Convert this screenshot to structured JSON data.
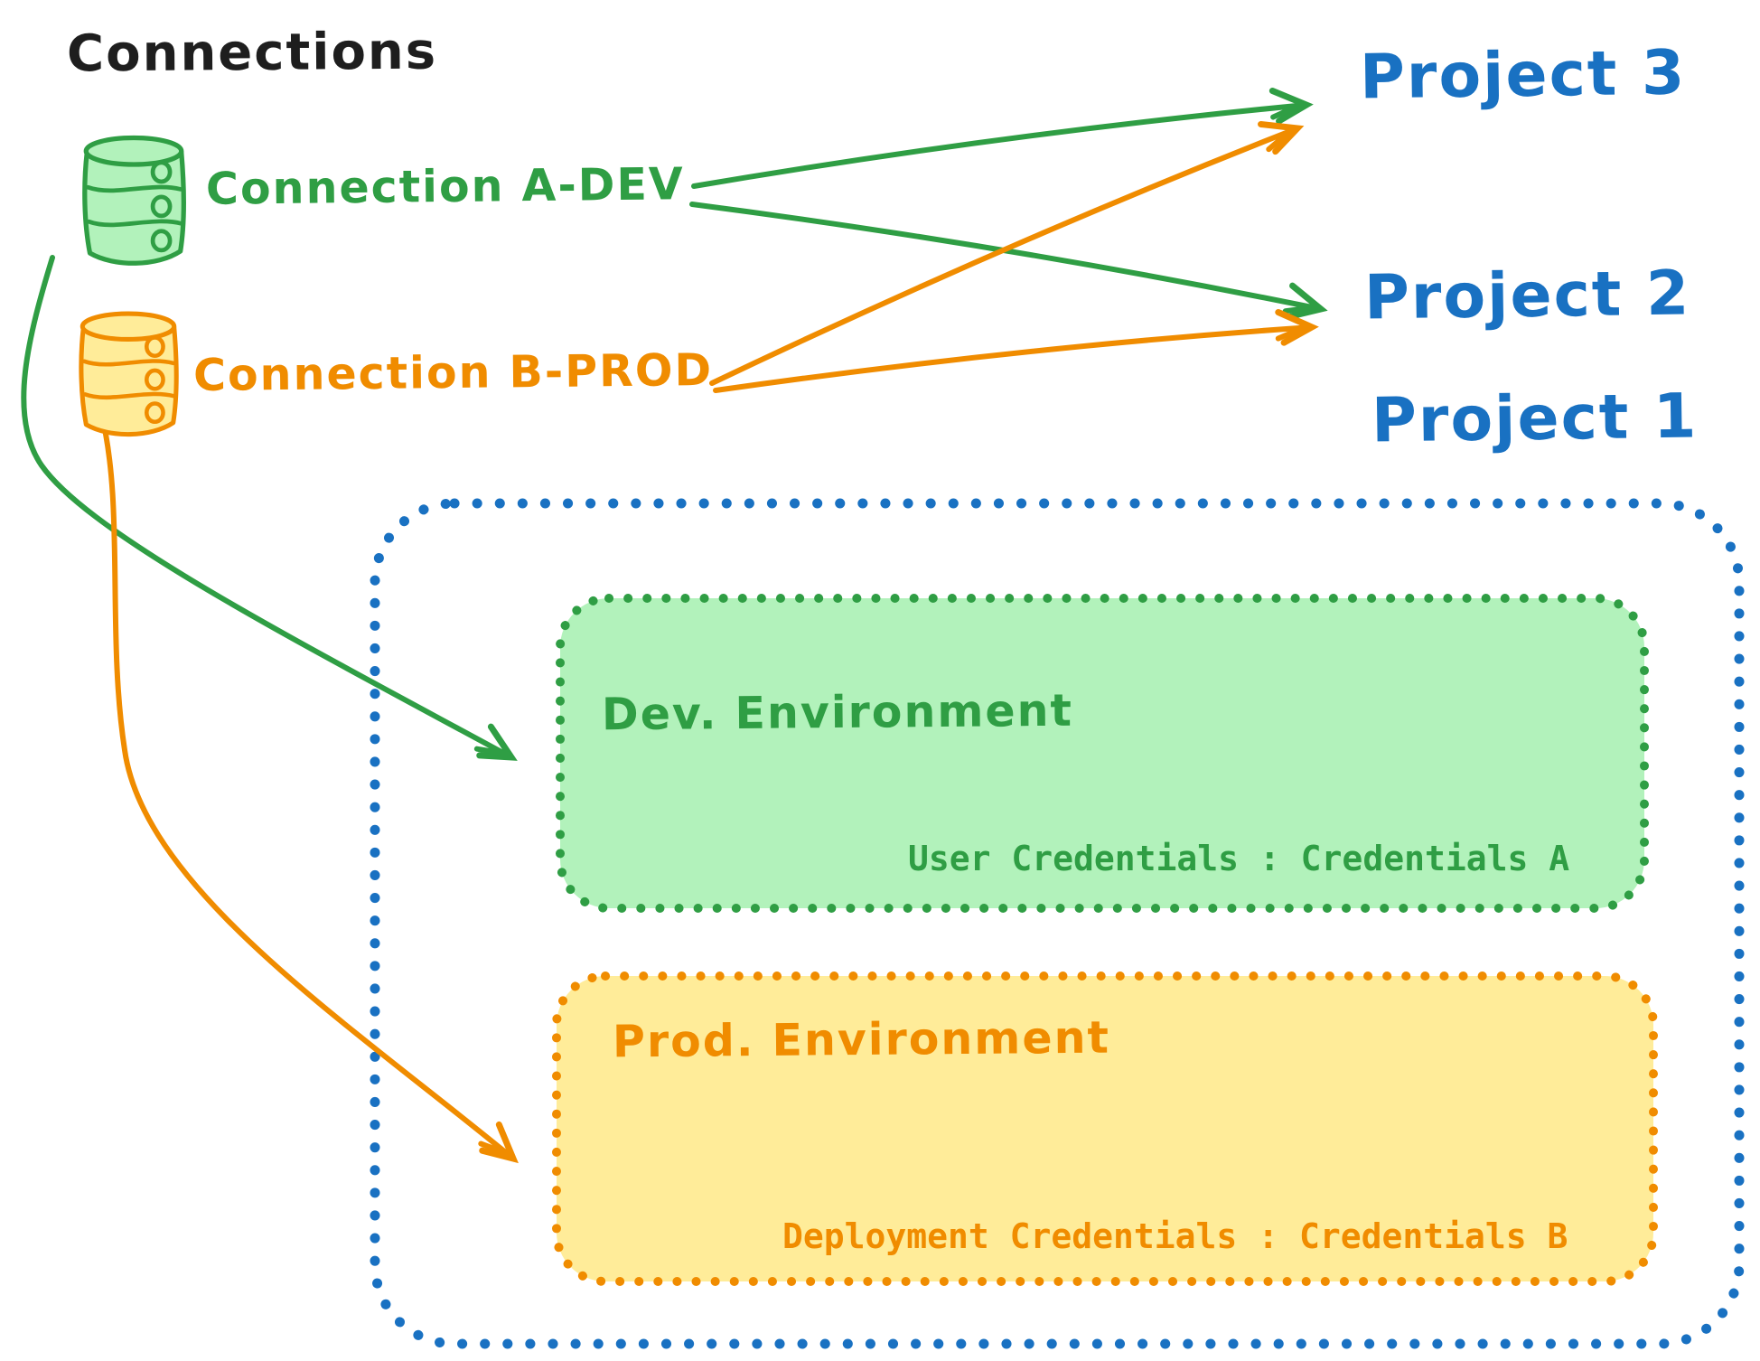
{
  "title": "Connections",
  "connections": [
    {
      "label": "Connection A-DEV",
      "icon": "database-icon",
      "stroke_color": "#2f9e44",
      "fill_color": "#b2f2bb"
    },
    {
      "label": "Connection B-PROD",
      "icon": "database-icon",
      "stroke_color": "#f08c00",
      "fill_color": "#ffec99"
    }
  ],
  "projects": [
    {
      "label": "Project 3"
    },
    {
      "label": "Project 2"
    },
    {
      "label": "Project 1"
    }
  ],
  "project1_environments": [
    {
      "title": "Dev. Environment",
      "credentials_label": "User Credentials : Credentials A",
      "stroke_color": "#2f9e44",
      "fill_color": "#b2f2bb"
    },
    {
      "title": "Prod. Environment",
      "credentials_label": "Deployment Credentials : Credentials B",
      "stroke_color": "#f08c00",
      "fill_color": "#ffec99"
    }
  ],
  "edges": [
    {
      "from": "Connection A-DEV",
      "to": "Project 3",
      "color": "#2f9e44",
      "style": "straight-arrow"
    },
    {
      "from": "Connection A-DEV",
      "to": "Project 2",
      "color": "#2f9e44",
      "style": "straight-arrow"
    },
    {
      "from": "Connection B-PROD",
      "to": "Project 3",
      "color": "#f08c00",
      "style": "straight-arrow"
    },
    {
      "from": "Connection B-PROD",
      "to": "Project 2",
      "color": "#f08c00",
      "style": "straight-arrow"
    },
    {
      "from": "Connection A-DEV",
      "to": "Dev. Environment",
      "color": "#2f9e44",
      "style": "curved-arrow"
    },
    {
      "from": "Connection B-PROD",
      "to": "Prod. Environment",
      "color": "#f08c00",
      "style": "curved-arrow"
    }
  ],
  "colors": {
    "ink": "#1e1e1e",
    "blue": "#1971c2",
    "green": "#2f9e44",
    "green_fill": "#b2f2bb",
    "orange": "#f08c00",
    "orange_fill": "#ffec99"
  }
}
